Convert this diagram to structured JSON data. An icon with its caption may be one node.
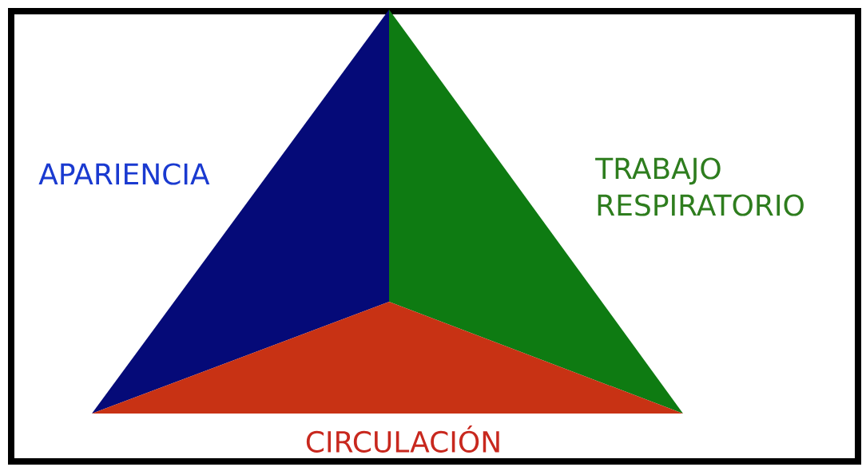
{
  "diagram": {
    "labels": [
      "APARIENCIA",
      "TRABAJO RESPIRATORIO",
      "CIRCULACIÓN"
    ]
  }
}
